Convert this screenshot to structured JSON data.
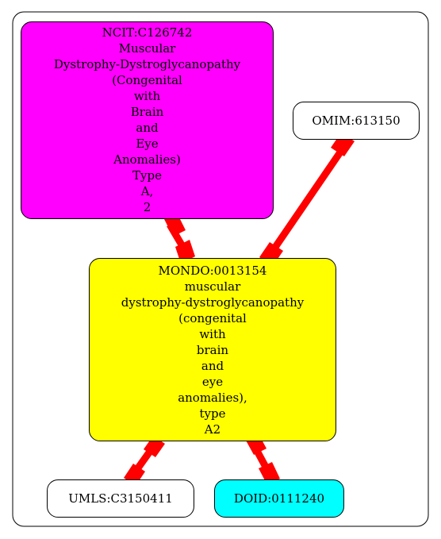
{
  "nodes": {
    "ncit": {
      "lines": [
        "NCIT:C126742",
        "Muscular",
        "Dystrophy-Dystroglycanopathy",
        "(Congenital",
        "with",
        "Brain",
        "and",
        "Eye",
        "Anomalies)",
        "Type",
        "A,",
        "2"
      ],
      "fill": "#ff00ff"
    },
    "mondo": {
      "lines": [
        "MONDO:0013154",
        "muscular",
        "dystrophy-dystroglycanopathy",
        "(congenital",
        "with",
        "brain",
        "and",
        "eye",
        "anomalies),",
        "type",
        "A2"
      ],
      "fill": "#ffff00"
    },
    "omim": {
      "lines": [
        "OMIM:613150"
      ],
      "fill": "#ffffff"
    },
    "umls": {
      "lines": [
        "UMLS:C3150411"
      ],
      "fill": "#ffffff"
    },
    "doid": {
      "lines": [
        "DOID:0111240"
      ],
      "fill": "#00ffff"
    }
  },
  "edges": [
    {
      "from": "ncit",
      "to": "mondo",
      "color": "#ff0000"
    },
    {
      "from": "omim",
      "to": "mondo",
      "color": "#ff0000"
    },
    {
      "from": "mondo",
      "to": "umls",
      "color": "#ff0000"
    },
    {
      "from": "mondo",
      "to": "doid",
      "color": "#ff0000"
    }
  ]
}
